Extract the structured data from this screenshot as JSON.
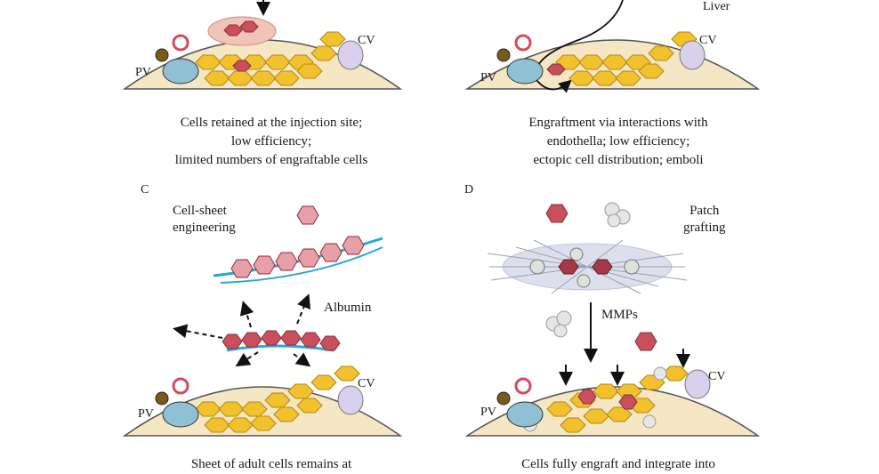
{
  "panels": {
    "a": {
      "captions": [
        "Cells retained at the injection site;",
        "low efficiency;",
        "limited numbers of engraftable cells"
      ],
      "labels": {
        "pv": "PV",
        "cv": "CV"
      }
    },
    "b": {
      "organ_label": "Liver",
      "captions": [
        "Engraftment via interactions with",
        "endothella; low efficiency;",
        "ectopic cell distribution; emboli"
      ],
      "labels": {
        "pv": "PV",
        "cv": "CV"
      }
    },
    "c": {
      "letter": "C",
      "title_lines": [
        "Cell-sheet",
        "engineering"
      ],
      "secretion_label": "Albumin",
      "captions": [
        "Sheet of adult cells remains at"
      ],
      "labels": {
        "pv": "PV",
        "cv": "CV"
      }
    },
    "d": {
      "letter": "D",
      "title_lines": [
        "Patch",
        "grafting"
      ],
      "enzyme_label": "MMPs",
      "captions": [
        "Cells fully engraft and integrate into"
      ],
      "labels": {
        "pv": "PV",
        "cv": "CV"
      }
    }
  },
  "colors": {
    "organ_fill": "#f5e6c4",
    "hepatocyte": "#f2c12e",
    "donor_cell": "#c94f5c",
    "portal_vein": "#8fc0d4",
    "central_vein": "#d8d0ec",
    "sheet_line": "#2aa7d8"
  }
}
